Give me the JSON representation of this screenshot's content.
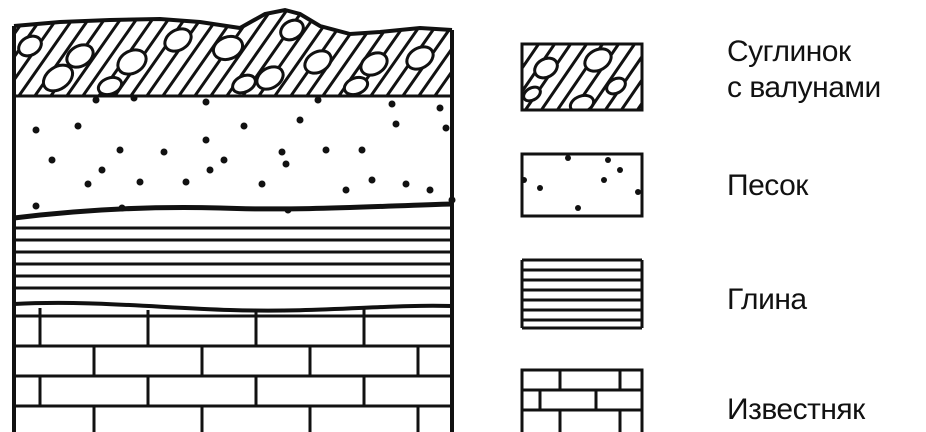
{
  "legend": {
    "loam": {
      "line1": "Суглинок",
      "line2": "с валунами"
    },
    "sand": "Песок",
    "clay": "Глина",
    "limestone": "Известняк"
  },
  "colors": {
    "ink": "#111111",
    "background": "#ffffff"
  }
}
